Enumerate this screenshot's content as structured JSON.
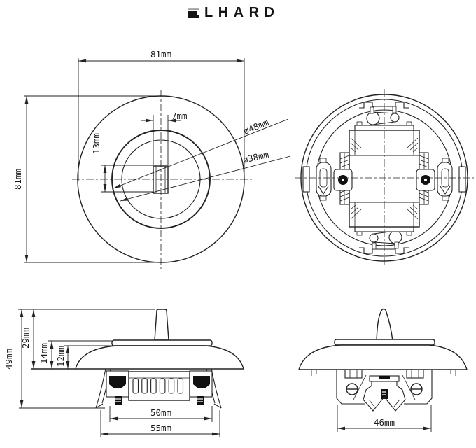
{
  "logo": {
    "text": "ELHARD",
    "rest": "LHARD"
  },
  "colors": {
    "background": "#ffffff",
    "line": "#222222",
    "logo_text": "#151515",
    "logo_accent": "#9a9a9a"
  },
  "views": {
    "front": {
      "dims": {
        "plate_width": "81mm",
        "plate_height": "81mm",
        "shaft_width": "7mm",
        "shaft_height": "13mm",
        "bezel_diameter": "ø48mm",
        "ring_diameter": "ø38mm"
      }
    },
    "side_left": {
      "dims": {
        "total_height": "49mm",
        "height_above_wall": "29mm",
        "cap_height": "14mm",
        "dome_height": "12mm",
        "body_width": "50mm",
        "claw_span": "55mm"
      }
    },
    "side_front": {
      "dims": {
        "body_width": "46mm"
      }
    }
  }
}
